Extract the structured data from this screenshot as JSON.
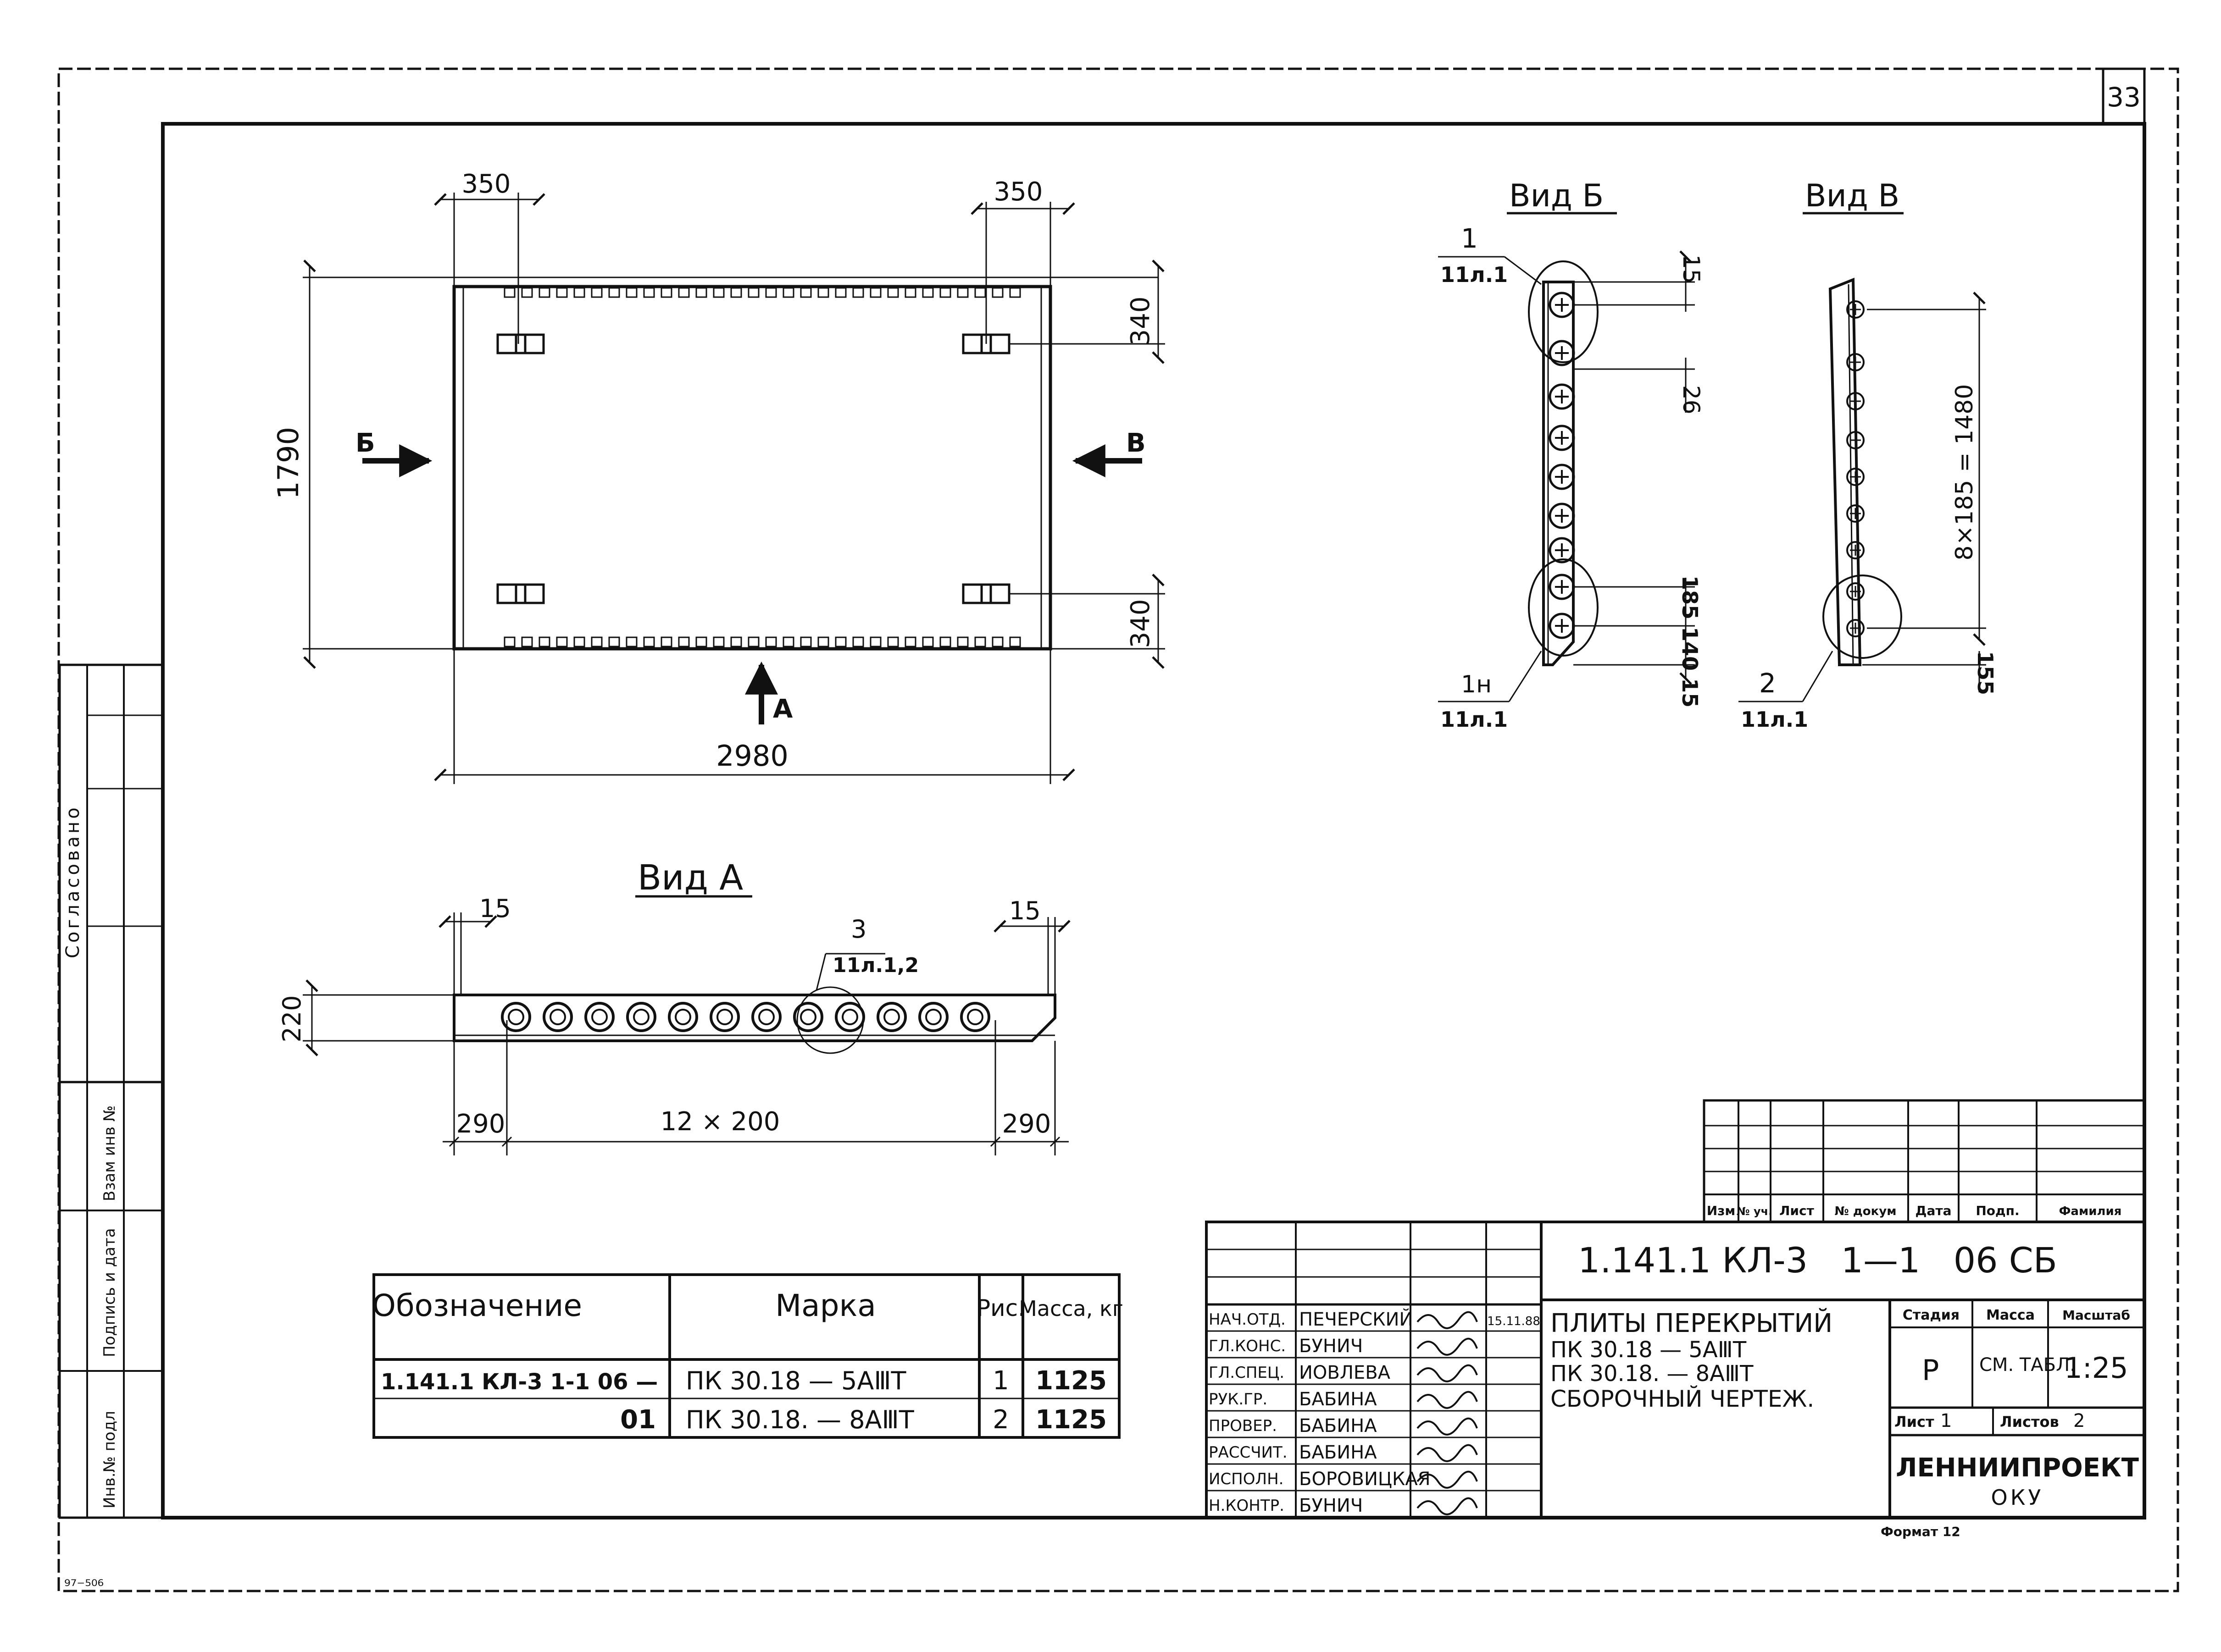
{
  "sheet_number": "33",
  "stamp_bottom_left": "⁹⁷⁻⁵⁰⁶",
  "format_label": "Формат 12",
  "side_stamp": {
    "agreed": "Согласовано",
    "col1": "Взам инв №",
    "col2": "Подпись и дата",
    "col3": "Инв.№ подл"
  },
  "plan": {
    "dim_top_left": "350",
    "dim_top_right": "350",
    "dim_right_top": "340",
    "dim_right_bottom": "340",
    "dim_height": "1790",
    "dim_width": "2980",
    "arrow_b": "Б",
    "arrow_v": "В",
    "arrow_a": "А"
  },
  "view_a": {
    "title": "Вид А",
    "dim_left": "15",
    "dim_right": "15",
    "dim_height": "220",
    "dim_bottom_left": "290",
    "dim_bottom_mid": "12 × 200",
    "dim_bottom_right": "290",
    "callout_num": "3",
    "callout_ref": "11л.1,2"
  },
  "view_b": {
    "title": "Вид Б",
    "callout1_num": "1",
    "callout1_ref": "11л.1",
    "callout2_num": "1н",
    "callout2_ref": "11л.1",
    "dim_15_top": "15",
    "dim_26": "26",
    "dim_stack": "185 140 15"
  },
  "view_v": {
    "title": "Вид В",
    "dim_span": "8×185 = 1480",
    "dim_bottom": "155",
    "callout_num": "2",
    "callout_ref": "11л.1"
  },
  "spec_table": {
    "headers": [
      "Обозначение",
      "Марка",
      "Рис.",
      "Масса, кг"
    ],
    "rows": [
      {
        "designation": "1.141.1 КЛ-3  1-1 06  —",
        "mark": "ПК 30.18 — 5АⅢТ",
        "fig": "1",
        "mass": "1125"
      },
      {
        "designation": "01",
        "mark": "ПК 30.18. — 8АⅢТ",
        "fig": "2",
        "mass": "1125"
      }
    ]
  },
  "revision_block": {
    "headers": [
      "Изм",
      "№ уч.",
      "Лист",
      "№ докум",
      "Дата",
      "Подп.",
      "Фамилия"
    ]
  },
  "title_block": {
    "doc_code": "1.141.1 КЛ-3   1—1   06 СБ",
    "title_line1": "Плиты перекрытий",
    "title_line2": "ПК 30.18 — 5АⅢТ",
    "title_line3": "ПК 30.18. — 8АⅢТ",
    "title_line4": "Сборочный чертеж.",
    "stage_label": "Стадия",
    "mass_label": "Масса",
    "scale_label": "Масштаб",
    "stage_value": "Р",
    "mass_value": "см. табл.",
    "scale_value": "1:25",
    "sheet_label": "Лист",
    "sheet_value": "1",
    "sheets_label": "Листов",
    "sheets_value": "2",
    "org": "ЛЕННИИПРОЕКТ",
    "dept": "ОКУ",
    "date": "15.11.88",
    "signers": [
      {
        "role": "Нач.отд.",
        "name": "Печерский"
      },
      {
        "role": "Гл.конс.",
        "name": "Бунич"
      },
      {
        "role": "Гл.спец.",
        "name": "Иовлева"
      },
      {
        "role": "Рук.гр.",
        "name": "Бабина"
      },
      {
        "role": "Провер.",
        "name": "Бабина"
      },
      {
        "role": "Рассчит.",
        "name": "Бабина"
      },
      {
        "role": "Исполн.",
        "name": "Боровицкая"
      },
      {
        "role": "Н.контр.",
        "name": "Бунич"
      }
    ]
  }
}
